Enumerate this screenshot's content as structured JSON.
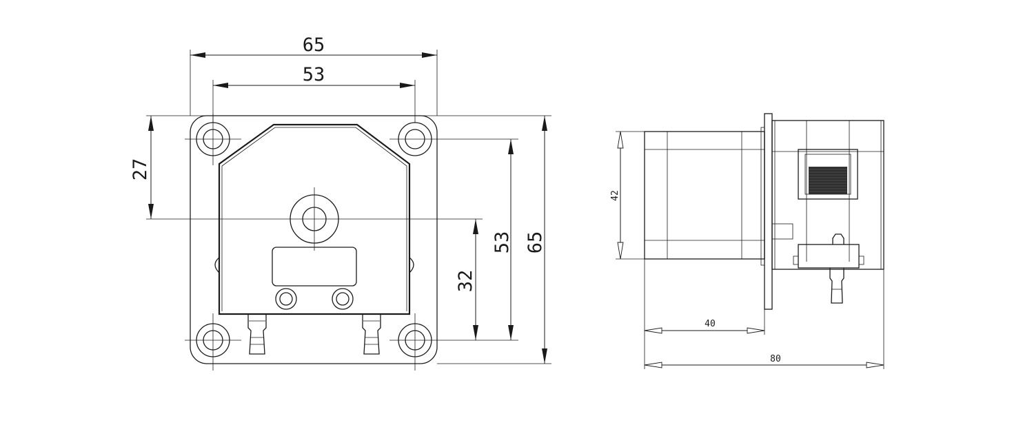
{
  "front_view": {
    "dims": {
      "top_width": "65",
      "hole_spacing_x": "53",
      "center_from_top": "27",
      "center_to_bottom_holes": "32",
      "hole_spacing_y": "53",
      "height": "65"
    }
  },
  "side_view": {
    "dims": {
      "motor_height": "42",
      "motor_length": "40",
      "total_length": "80"
    }
  }
}
